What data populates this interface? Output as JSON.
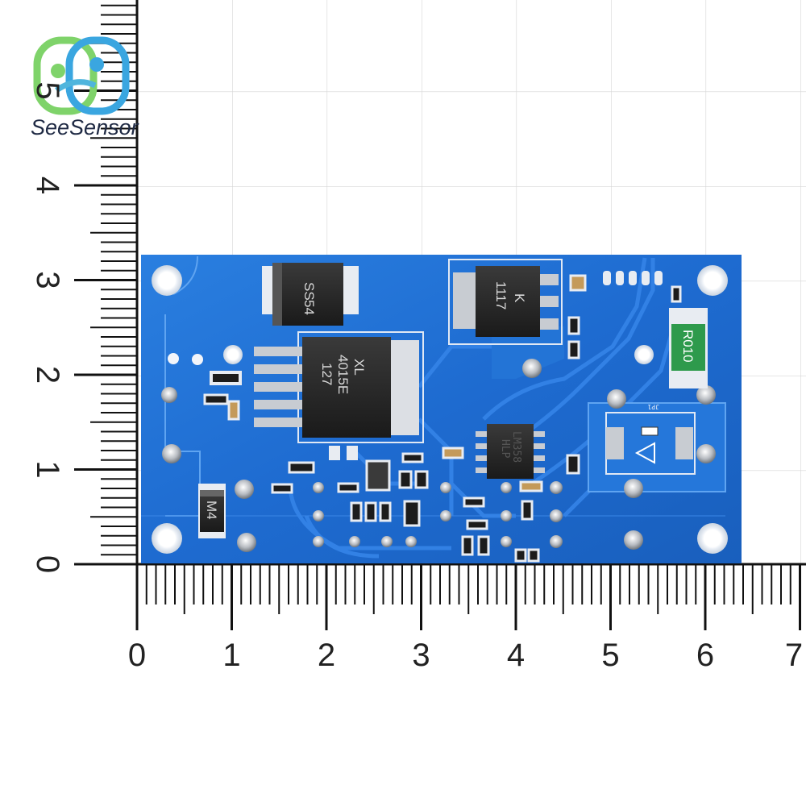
{
  "brand": {
    "name": "SeeSensor",
    "colors": {
      "ring_green": "#7fd36a",
      "ring_blue": "#3aa6e0",
      "text": "#1f2a44"
    }
  },
  "ruler": {
    "unit": "cm",
    "x_labels": [
      "0",
      "1",
      "2",
      "3",
      "4",
      "5",
      "6",
      "7"
    ],
    "y_labels": [
      "0",
      "1",
      "2",
      "3",
      "4",
      "5"
    ],
    "color": "#111111"
  },
  "board": {
    "color": "#1f6fd3",
    "components": {
      "diode_ss54": {
        "line1": "SS",
        "line2": "54"
      },
      "inductor_reg": {
        "line1": "XL",
        "line2": "4015E",
        "line3": "127"
      },
      "regulator_right": {
        "line1": "K",
        "line2": "1117"
      },
      "opamp": {
        "line1": "LM358",
        "line2": "HLP"
      },
      "diode_m4": {
        "label": "M4"
      },
      "shunt_resistor": {
        "label": "R010",
        "color": "#2e9a4c"
      },
      "jumper": {
        "label": "JP1"
      }
    }
  }
}
